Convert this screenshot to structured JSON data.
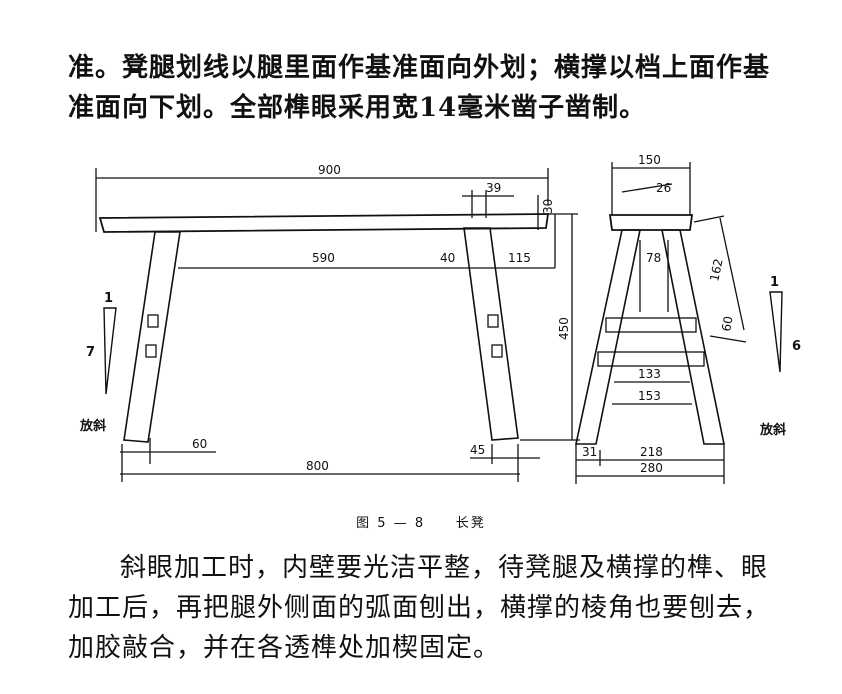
{
  "text_top": {
    "line1": "准。凳腿划线以腿里面作基准面向外划；横撑以档上面作基",
    "line2": "准面向下划。全部榫眼采用宽14毫米凿子凿制。"
  },
  "figure": {
    "front": {
      "dims": {
        "total_length": "900",
        "tenon_offset": "39",
        "top_thickness": "30",
        "inner_span": "590",
        "tenon_width": "40",
        "stretcher_drop": "115",
        "height": "450",
        "foot_offset": "60",
        "foot_span": "800",
        "foot_width": "45"
      },
      "splay_ratio_top": "1",
      "splay_ratio_bottom": "7",
      "splay_label": "放斜"
    },
    "side": {
      "dims": {
        "top_width": "150",
        "top_tenon": "26",
        "mortise_depth": "78",
        "leg_length_upper": "162",
        "stretcher_height": "60",
        "upper_stretcher": "133",
        "lower_stretcher": "153",
        "foot_left": "31",
        "foot_inner": "218",
        "foot_total": "280"
      },
      "splay_ratio_top": "1",
      "splay_ratio_bottom": "6",
      "splay_label": "放斜"
    }
  },
  "caption": {
    "label": "图 5 — 8",
    "title": "长凳"
  },
  "text_bottom": {
    "line1": "斜眼加工时，内壁要光洁平整，待凳腿及横撑的榫、眼",
    "line2": "加工后，再把腿外侧面的弧面刨出，横撑的棱角也要刨去，",
    "line3": "加胶敲合，并在各透榫处加楔固定。"
  }
}
